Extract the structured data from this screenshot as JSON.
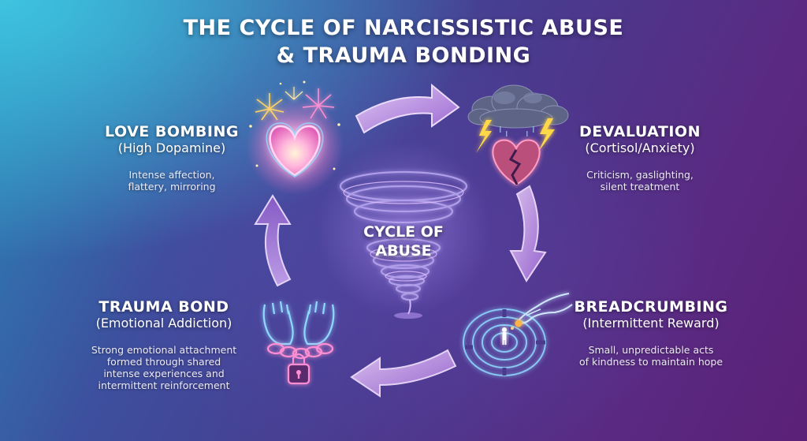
{
  "title": {
    "line1": "THE CYCLE OF NARCISSISTIC ABUSE",
    "line2": "& TRAUMA BONDING"
  },
  "center": {
    "line1": "CYCLE OF",
    "line2": "ABUSE"
  },
  "stages": {
    "love_bombing": {
      "name": "LOVE BOMBING",
      "sub": "(High Dopamine)",
      "desc": [
        "Intense affection,",
        "flattery, mirroring"
      ]
    },
    "devaluation": {
      "name": "DEVALUATION",
      "sub": "(Cortisol/Anxiety)",
      "desc": [
        "Criticism, gaslighting,",
        "silent treatment"
      ]
    },
    "breadcrumbing": {
      "name": "BREADCRUMBING",
      "sub": "(Intermittent Reward)",
      "desc": [
        "Small, unpredictable acts",
        "of kindness to maintain hope"
      ]
    },
    "trauma_bond": {
      "name": "TRAUMA BOND",
      "sub": "(Emotional Addiction)",
      "desc": [
        "Strong emotional attachment",
        "formed through shared",
        "intense experiences and",
        "intermittent reinforcement"
      ]
    }
  },
  "icons": {
    "love_bombing": "heart-fireworks-icon",
    "devaluation": "broken-heart-storm-icon",
    "breadcrumbing": "hand-maze-icon",
    "trauma_bond": "chained-hands-padlock-icon",
    "center": "tornado-icon"
  },
  "colors": {
    "arrow": "#b98ee0",
    "arrow_light": "#e6c8f7",
    "neon_pink": "#ff7ad8",
    "neon_blue": "#8fd8ff"
  }
}
